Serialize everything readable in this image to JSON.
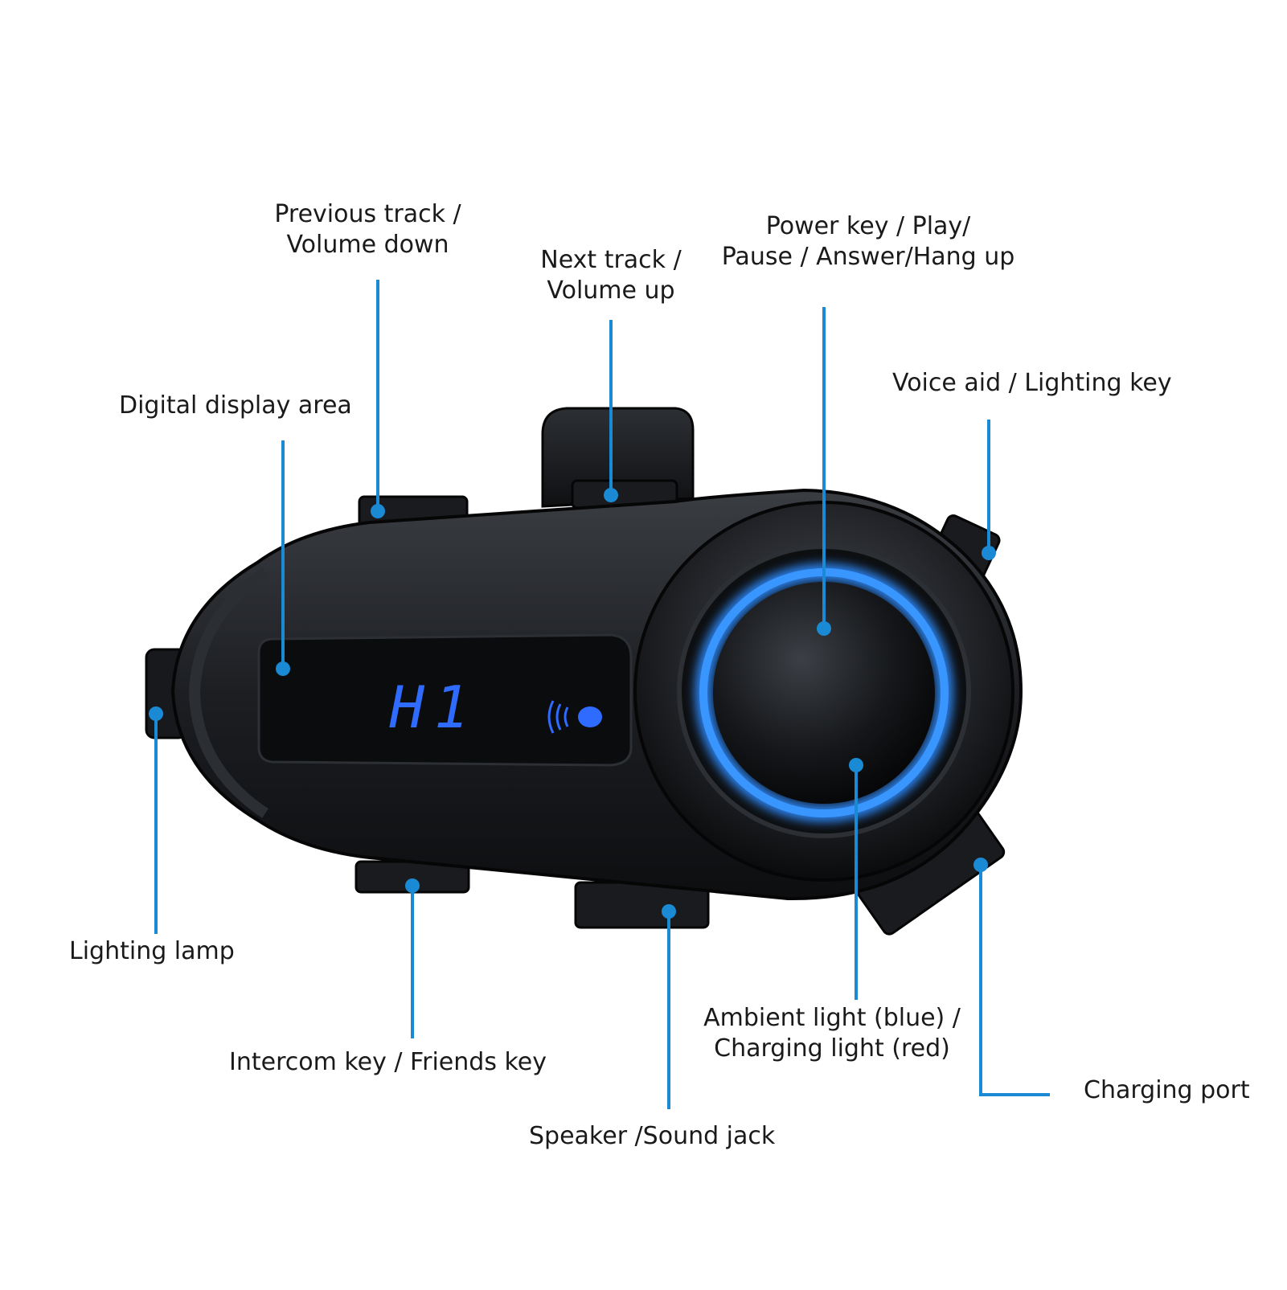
{
  "colors": {
    "leader": "#1a8ad4",
    "accent_glow": "#2f8cff",
    "body": "#1b1d21"
  },
  "device": {
    "display_text": "H1",
    "display_icon": "voice-signal-icon"
  },
  "labels": {
    "prev_track": [
      "Previous track /",
      "Volume down"
    ],
    "next_track": [
      "Next track /",
      "Volume up"
    ],
    "power_key": [
      "Power key / Play/",
      "Pause / Answer/Hang up"
    ],
    "voice_aid": [
      "Voice aid / Lighting key"
    ],
    "digital_display": [
      "Digital display area"
    ],
    "lighting_lamp": [
      "Lighting lamp"
    ],
    "intercom_key": [
      "Intercom key / Friends key"
    ],
    "speaker_jack": [
      "Speaker /Sound jack"
    ],
    "ambient_light": [
      "Ambient light (blue) /",
      "Charging light (red)"
    ],
    "charging_port": [
      "Charging port"
    ]
  }
}
